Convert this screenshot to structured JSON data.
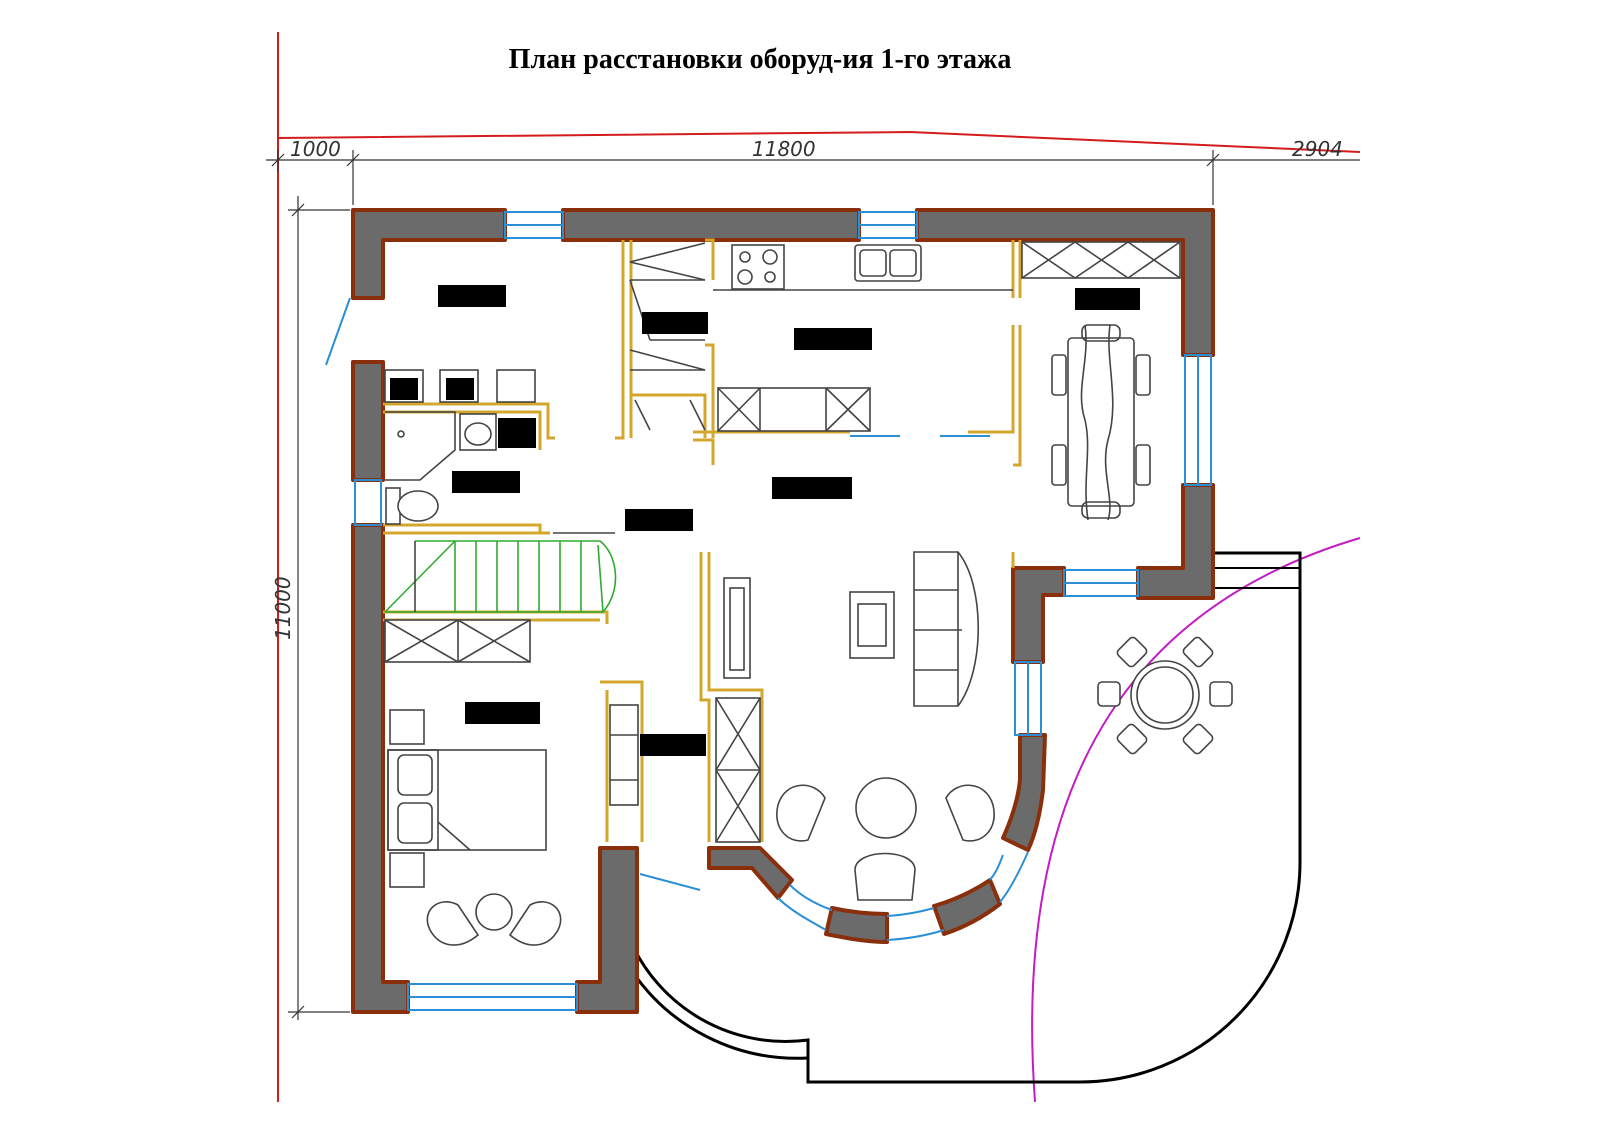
{
  "title": "План расстановки оборуд-ия 1-го этажа",
  "dimensions": {
    "top_left": "1000",
    "top_main": "11800",
    "top_right": "2904",
    "left_side": "11000"
  },
  "colors": {
    "wall_fill": "#6b6b6b",
    "wall_outline": "#8a2f0c",
    "window": "#2b8fd6",
    "partition": "#d4a72c",
    "boundary_line": "#d41c1c",
    "arc_line": "#c21cc2",
    "stairs": "#2faa2f"
  }
}
